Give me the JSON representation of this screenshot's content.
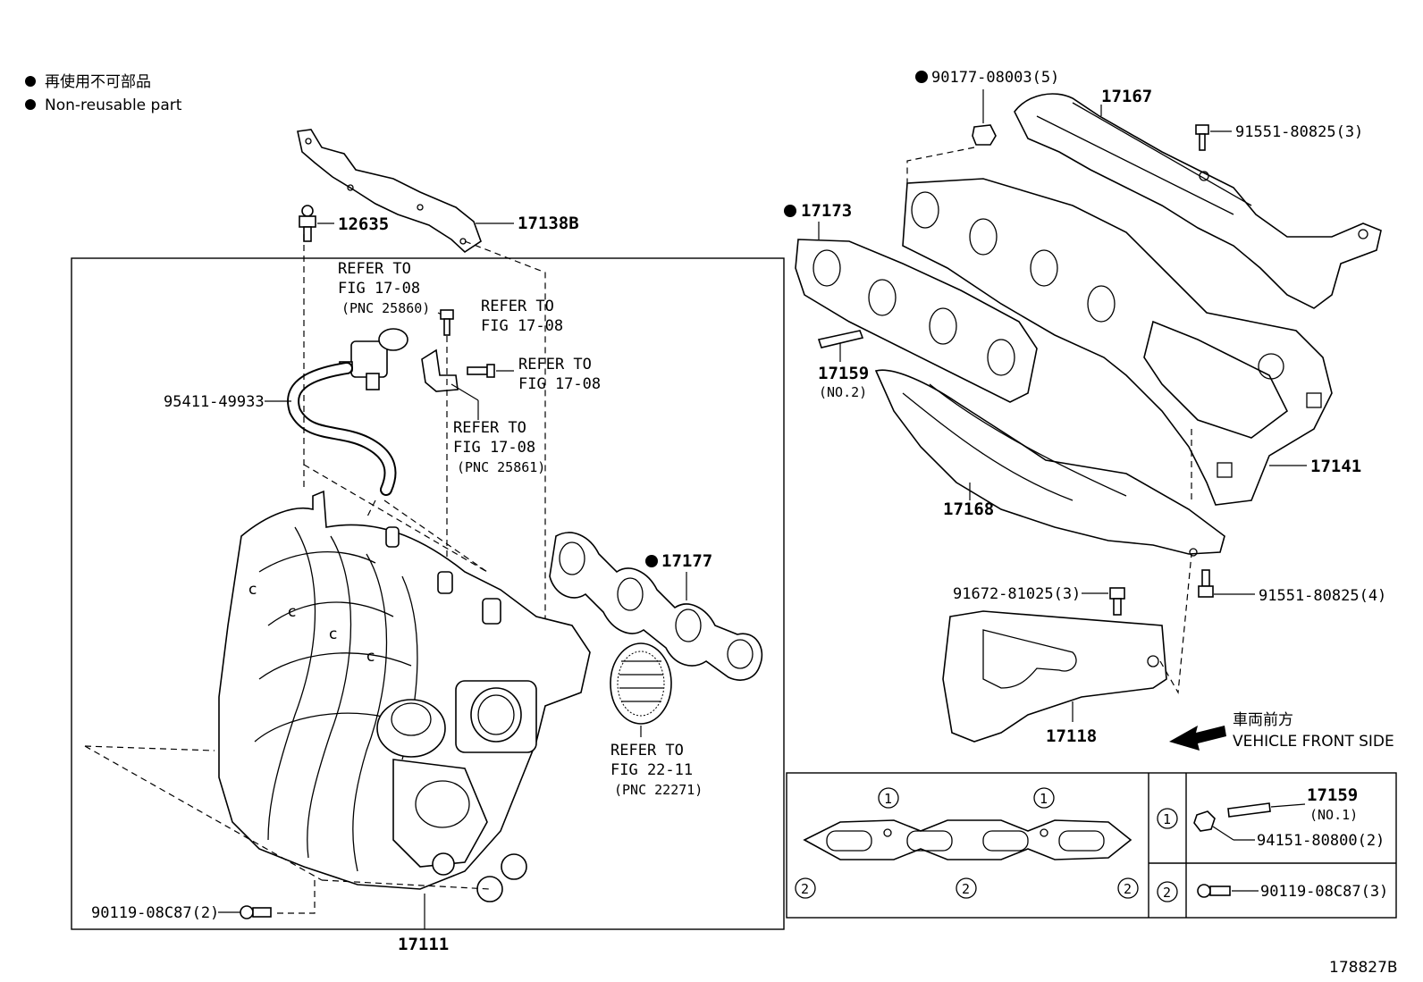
{
  "legend": {
    "line_jp": "再使用不可部品",
    "line_en": "Non-reusable part"
  },
  "labels": {
    "p12635": "12635",
    "p17138B": "17138B",
    "ref1_a": "REFER TO",
    "ref1_b": "FIG 17-08",
    "ref1_c": "(PNC 25860)",
    "ref2_a": "REFER TO",
    "ref2_b": "FIG 17-08",
    "ref3_a": "REFER TO",
    "ref3_b": "FIG 17-08",
    "ref4_a": "REFER TO",
    "ref4_b": "FIG 17-08",
    "ref4_c": "(PNC 25861)",
    "p95411": "95411-49933",
    "p17177": "17177",
    "ref5_a": "REFER TO",
    "ref5_b": "FIG 22-11",
    "ref5_c": "(PNC 22271)",
    "p90119a": "90119-08C87(2)",
    "p17111": "17111",
    "p90177": "90177-08003(5)",
    "p17167": "17167",
    "p91551a": "91551-80825(3)",
    "p17173": "17173",
    "p17159": "17159",
    "p17159_no2": "(NO.2)",
    "p17141": "17141",
    "p17168": "17168",
    "p91672": "91672-81025(3)",
    "p91551b": "91551-80825(4)",
    "p17118": "17118",
    "front_jp": "車両前方",
    "front_en": "VEHICLE FRONT SIDE",
    "t17159": "17159",
    "t17159_no1": "(NO.1)",
    "t94151": "94151-80800(2)",
    "t90119": "90119-08C87(3)",
    "mark1": "1",
    "mark2": "2",
    "fig_no": "178827B"
  }
}
